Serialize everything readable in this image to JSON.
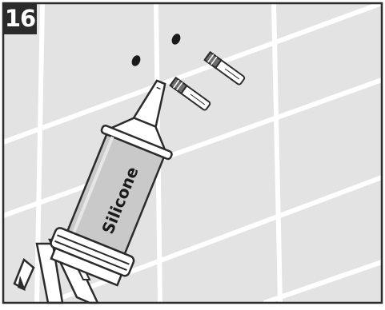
{
  "step": {
    "number": "16"
  },
  "cartridge": {
    "label": "Silicone"
  },
  "icons": {
    "wall": "tiled-wall",
    "dots": "pencil-marks",
    "plugs": "wall-plugs",
    "gun": "silicone-caulking-gun"
  },
  "colors": {
    "tile": "#e3e3e3",
    "grout": "#ffffff",
    "outline": "#2b2b2b",
    "cartridge": "#c9c9c9",
    "badge": "#2b2b2b"
  }
}
